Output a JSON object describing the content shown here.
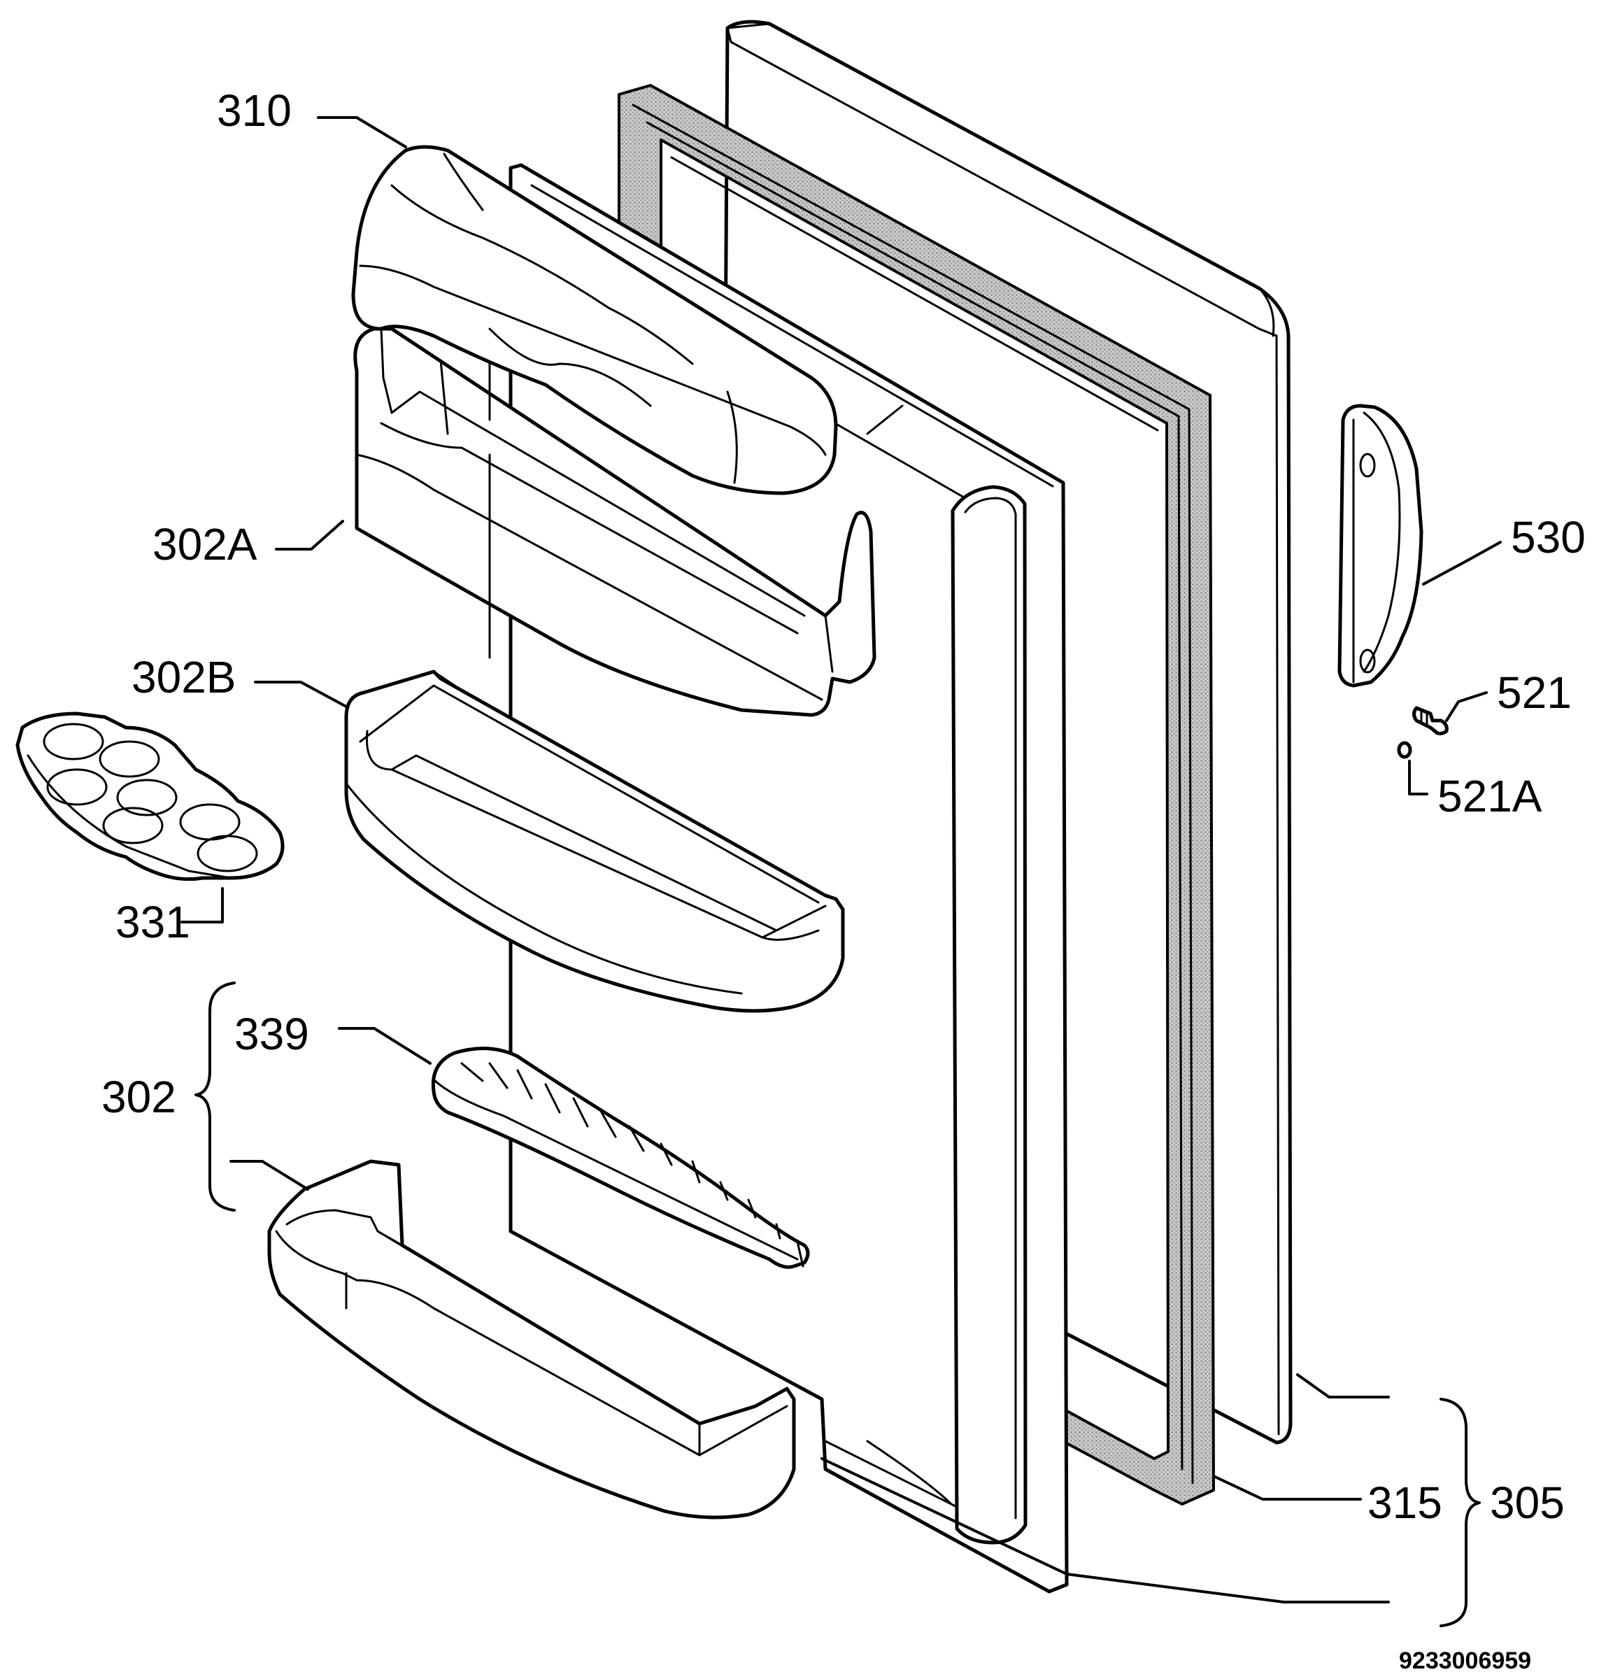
{
  "labels": {
    "l310": "310",
    "l302a": "302A",
    "l302b": "302B",
    "l331": "331",
    "l339": "339",
    "l302": "302",
    "l530": "530",
    "l521": "521",
    "l521a": "521A",
    "l315": "315",
    "l305": "305"
  },
  "drawing_code": "9233006959",
  "colors": {
    "line": "#000000",
    "background": "#ffffff",
    "seal_fill": "#b8b8b8"
  }
}
